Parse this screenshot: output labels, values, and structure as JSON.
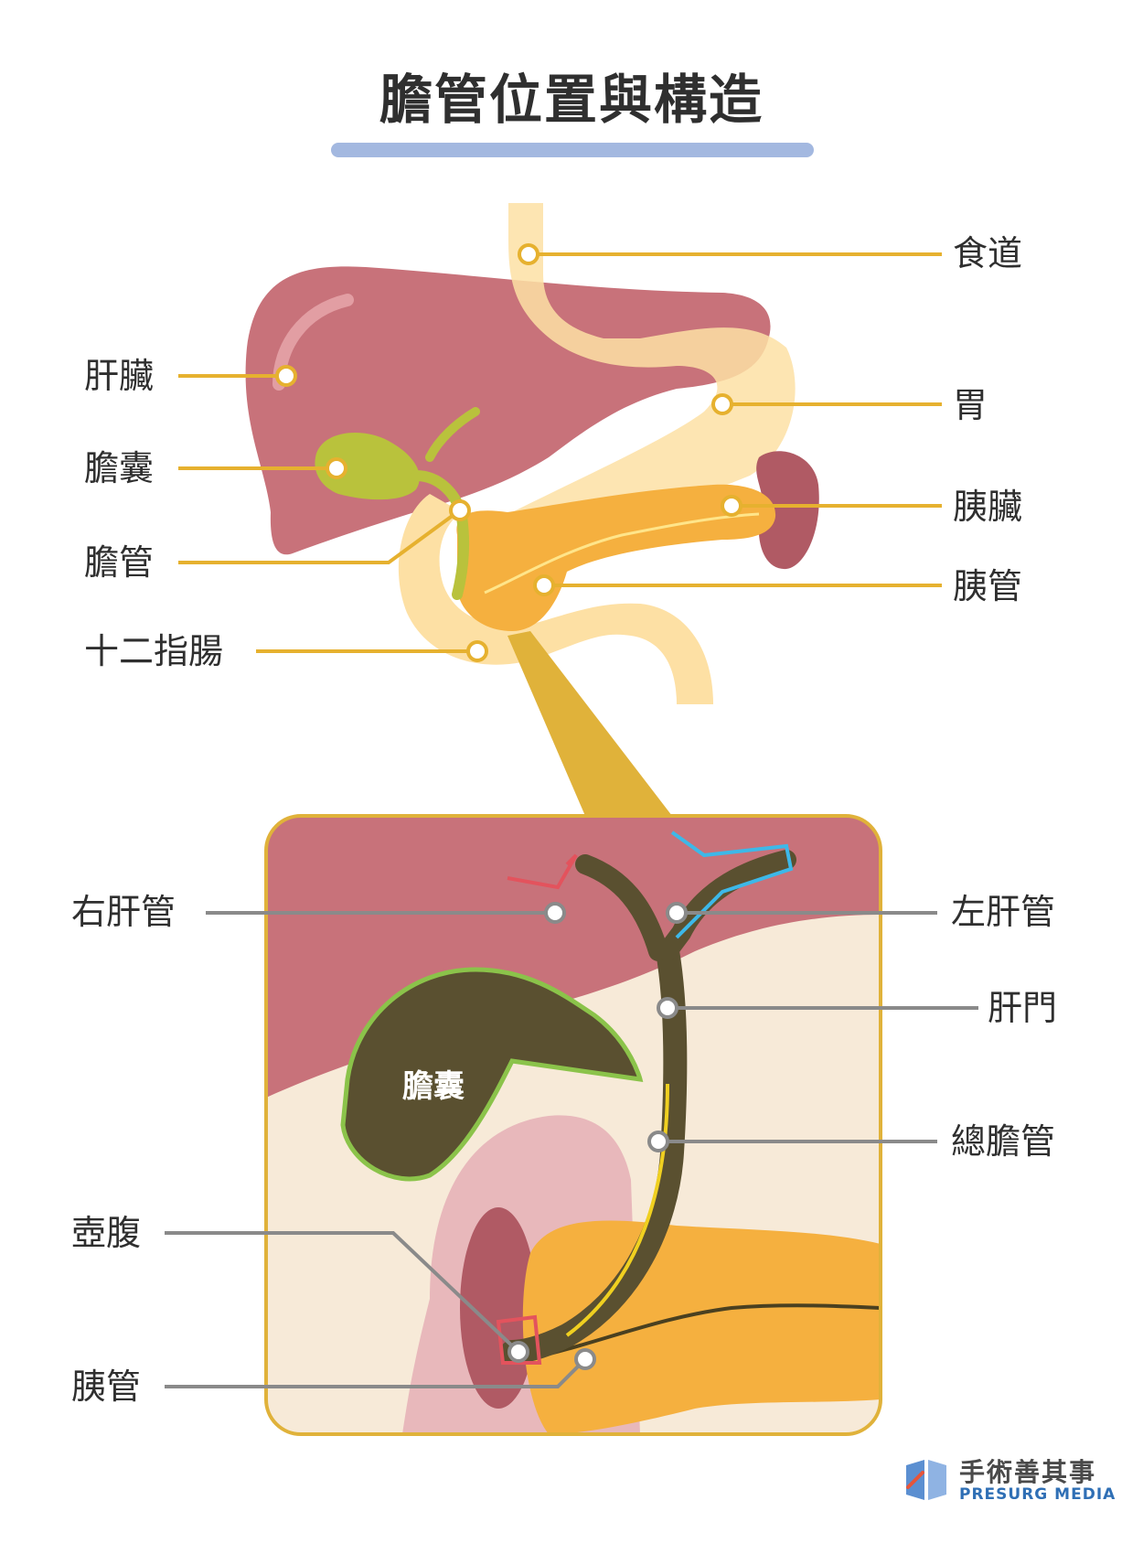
{
  "title": "膽管位置與構造",
  "labels": {
    "esophagus": "食道",
    "liver": "肝臟",
    "stomach": "胃",
    "gallbladder": "膽囊",
    "pancreas": "胰臟",
    "bile_duct": "膽管",
    "pancreatic_duct": "胰管",
    "duodenum": "十二指腸"
  },
  "detail_labels": {
    "right_hepatic_duct": "右肝管",
    "left_hepatic_duct": "左肝管",
    "hepatic_hilum": "肝門",
    "gallbladder": "膽囊",
    "common_bile_duct": "總膽管",
    "ampulla": "壺腹",
    "pancreatic_duct": "胰管"
  },
  "brand": {
    "name": "手術善其事",
    "sub": "PRESURG MEDIA"
  },
  "colors": {
    "leader_yellow": "#e6b12f",
    "leader_gray": "#8a8a8a",
    "liver": "#c8727a",
    "gallbladder": "#b9c23c",
    "duct_dark": "#5a5030",
    "pancreas": "#f5b03f",
    "duodenum": "#fde0a4",
    "frame": "#e0b23a",
    "right_duct": "#e3535d",
    "left_duct": "#3db8e8",
    "common_duct": "#f0d020",
    "title_bar": "#a3b8e0"
  }
}
